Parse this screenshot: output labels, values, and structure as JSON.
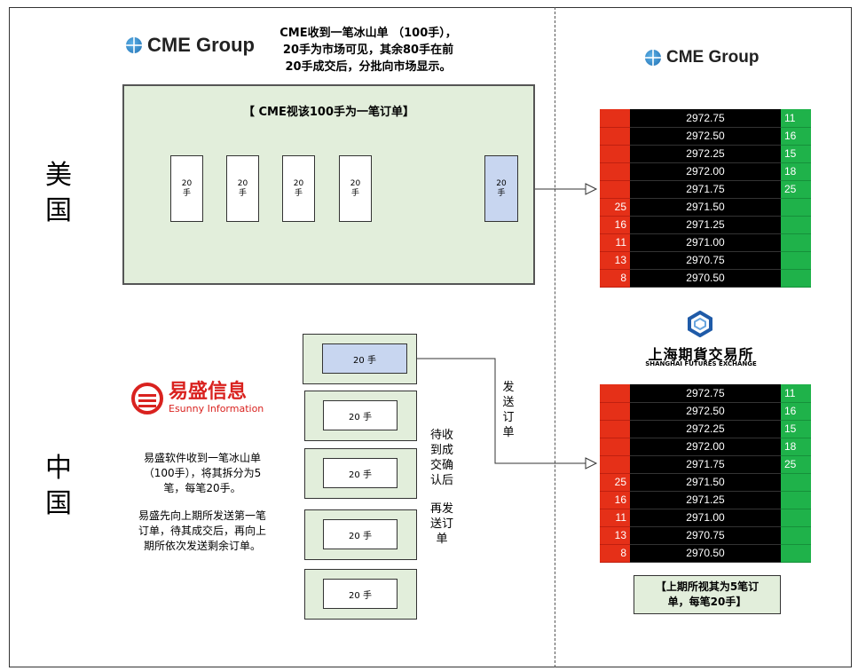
{
  "usa": {
    "country_label": "美\n国",
    "logo_text": "CME Group",
    "description_lines": [
      "CME收到一笔冰山单 （100手），",
      "20手为市场可见，其余80手在前",
      "20手成交后，分批向市场显示。"
    ],
    "box_title": "【 CME视该100手为一笔订单】",
    "lots": [
      {
        "qty": "20",
        "unit": "手"
      },
      {
        "qty": "20",
        "unit": "手"
      },
      {
        "qty": "20",
        "unit": "手"
      },
      {
        "qty": "20",
        "unit": "手"
      },
      {
        "qty": "20",
        "unit": "手"
      }
    ],
    "exchange_logo_text": "CME Group"
  },
  "china": {
    "country_label": "中\n国",
    "esunny_logo_cn": "易盛信息",
    "esunny_logo_en": "Esunny Information",
    "description_para1": [
      "易盛软件收到一笔冰山单",
      "（100手），将其拆分为5",
      "笔，每笔20手。"
    ],
    "description_para2": [
      "易盛先向上期所发送第一笔",
      "订单，待其成交后，再向上",
      "期所依次发送剩余订单。"
    ],
    "lots": [
      "20 手",
      "20 手",
      "20 手",
      "20 手",
      "20 手"
    ],
    "send_label": "发\n送\n订\n单",
    "wait_label": "待收\n到成\n交确\n认后",
    "resend_label": "再发\n送订\n单",
    "shfe_logo_cn": "上海期貨交易所",
    "shfe_logo_en": "SHANGHAI FUTURES EXCHANGE",
    "note_lines": [
      "【上期所视其为5笔订",
      "单，每笔20手】"
    ]
  },
  "order_book": {
    "rows": [
      {
        "bid": "",
        "price": "2972.75",
        "ask": "11"
      },
      {
        "bid": "",
        "price": "2972.50",
        "ask": "16"
      },
      {
        "bid": "",
        "price": "2972.25",
        "ask": "15"
      },
      {
        "bid": "",
        "price": "2972.00",
        "ask": "18"
      },
      {
        "bid": "",
        "price": "2971.75",
        "ask": "25"
      },
      {
        "bid": "25",
        "price": "2971.50",
        "ask": ""
      },
      {
        "bid": "16",
        "price": "2971.25",
        "ask": ""
      },
      {
        "bid": "11",
        "price": "2971.00",
        "ask": ""
      },
      {
        "bid": "13",
        "price": "2970.75",
        "ask": ""
      },
      {
        "bid": "8",
        "price": "2970.50",
        "ask": ""
      }
    ]
  },
  "colors": {
    "bid": "#e53018",
    "ask": "#1fb24a",
    "panel": "#e2eedb",
    "highlight": "#c8d6f0"
  }
}
